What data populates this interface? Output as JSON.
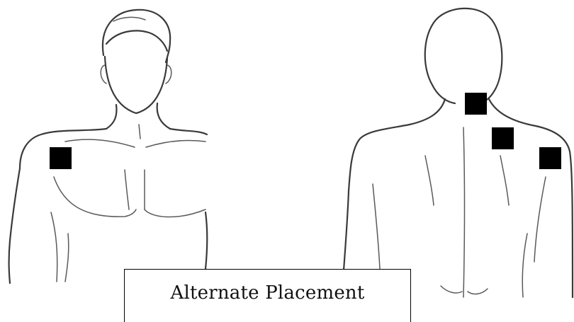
{
  "caption": {
    "text": "Alternate Placement"
  },
  "figures": [
    {
      "name": "front-view-torso",
      "view": "front"
    },
    {
      "name": "back-view-torso",
      "view": "back"
    }
  ],
  "markers": [
    {
      "name": "marker-front-right-chest",
      "view": "front",
      "color": "#000000"
    },
    {
      "name": "marker-back-neck",
      "view": "back",
      "color": "#000000"
    },
    {
      "name": "marker-back-upper-left",
      "view": "back",
      "color": "#000000"
    },
    {
      "name": "marker-back-upper-right",
      "view": "back",
      "color": "#000000"
    }
  ],
  "colors": {
    "outline": "#3a3a3a",
    "marker": "#000000",
    "background": "#ffffff"
  }
}
